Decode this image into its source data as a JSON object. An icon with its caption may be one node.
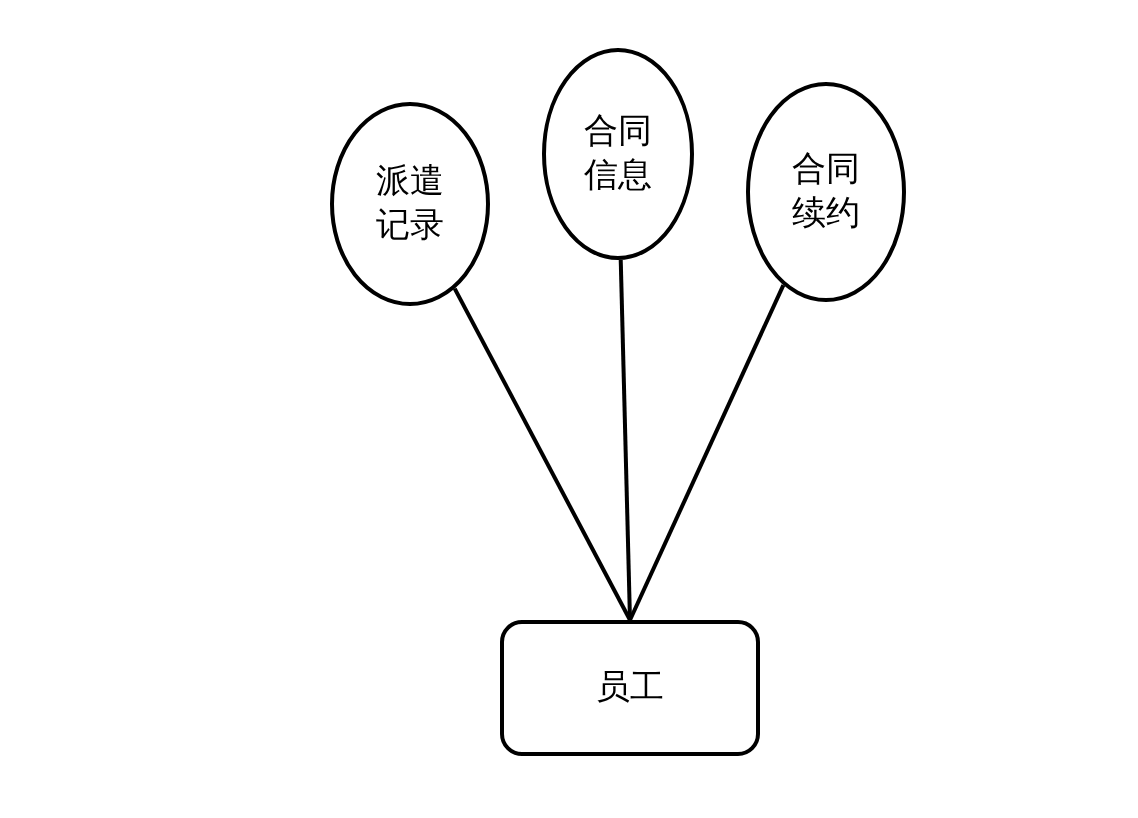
{
  "diagram": {
    "nodes": [
      {
        "text": [
          "派遣记录"
        ]
      },
      {
        "text": [
          "合同信息"
        ]
      },
      {
        "text": [
          "合同续约"
        ]
      },
      {
        "text": [
          "员工"
        ]
      }
    ],
    "edges": [
      {
        "from": 3,
        "to": 0,
        "arrow": "none"
      },
      {
        "from": 3,
        "to": 1,
        "arrow": "none"
      },
      {
        "from": 3,
        "to": 2,
        "arrow": "none"
      }
    ]
  }
}
